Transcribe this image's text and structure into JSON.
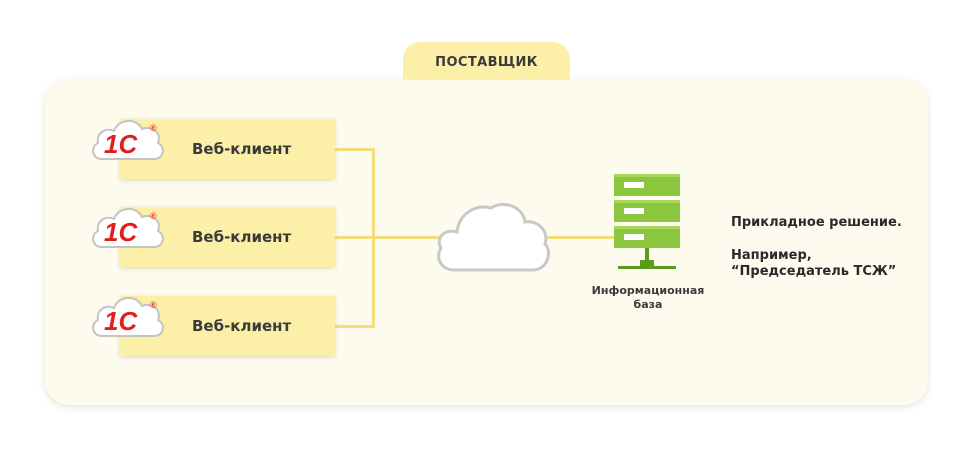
{
  "supplier_tab": {
    "label": "ПОСТАВЩИК"
  },
  "clients": [
    {
      "label": "Веб-клиент",
      "logo_text": "1С",
      "logo_mark": "®"
    },
    {
      "label": "Веб-клиент",
      "logo_text": "1С",
      "logo_mark": "®"
    },
    {
      "label": "Веб-клиент",
      "logo_text": "1С",
      "logo_mark": "®"
    }
  ],
  "network": {
    "icon": "cloud-icon"
  },
  "database": {
    "icon": "server-icon",
    "label_line1": "Информационная",
    "label_line2": "база"
  },
  "solution": {
    "line1": "Прикладное решение.",
    "line2": "Например,",
    "line3": "“Председатель ТСЖ”"
  },
  "colors": {
    "panel": "#fdfaee",
    "client_box": "#fcefa8",
    "connector": "#f3dd7c",
    "server_green": "#8cc63f",
    "server_dark": "#5b9a1c",
    "logo_red": "#e02020",
    "cloud_gray": "#c8c8c8"
  }
}
